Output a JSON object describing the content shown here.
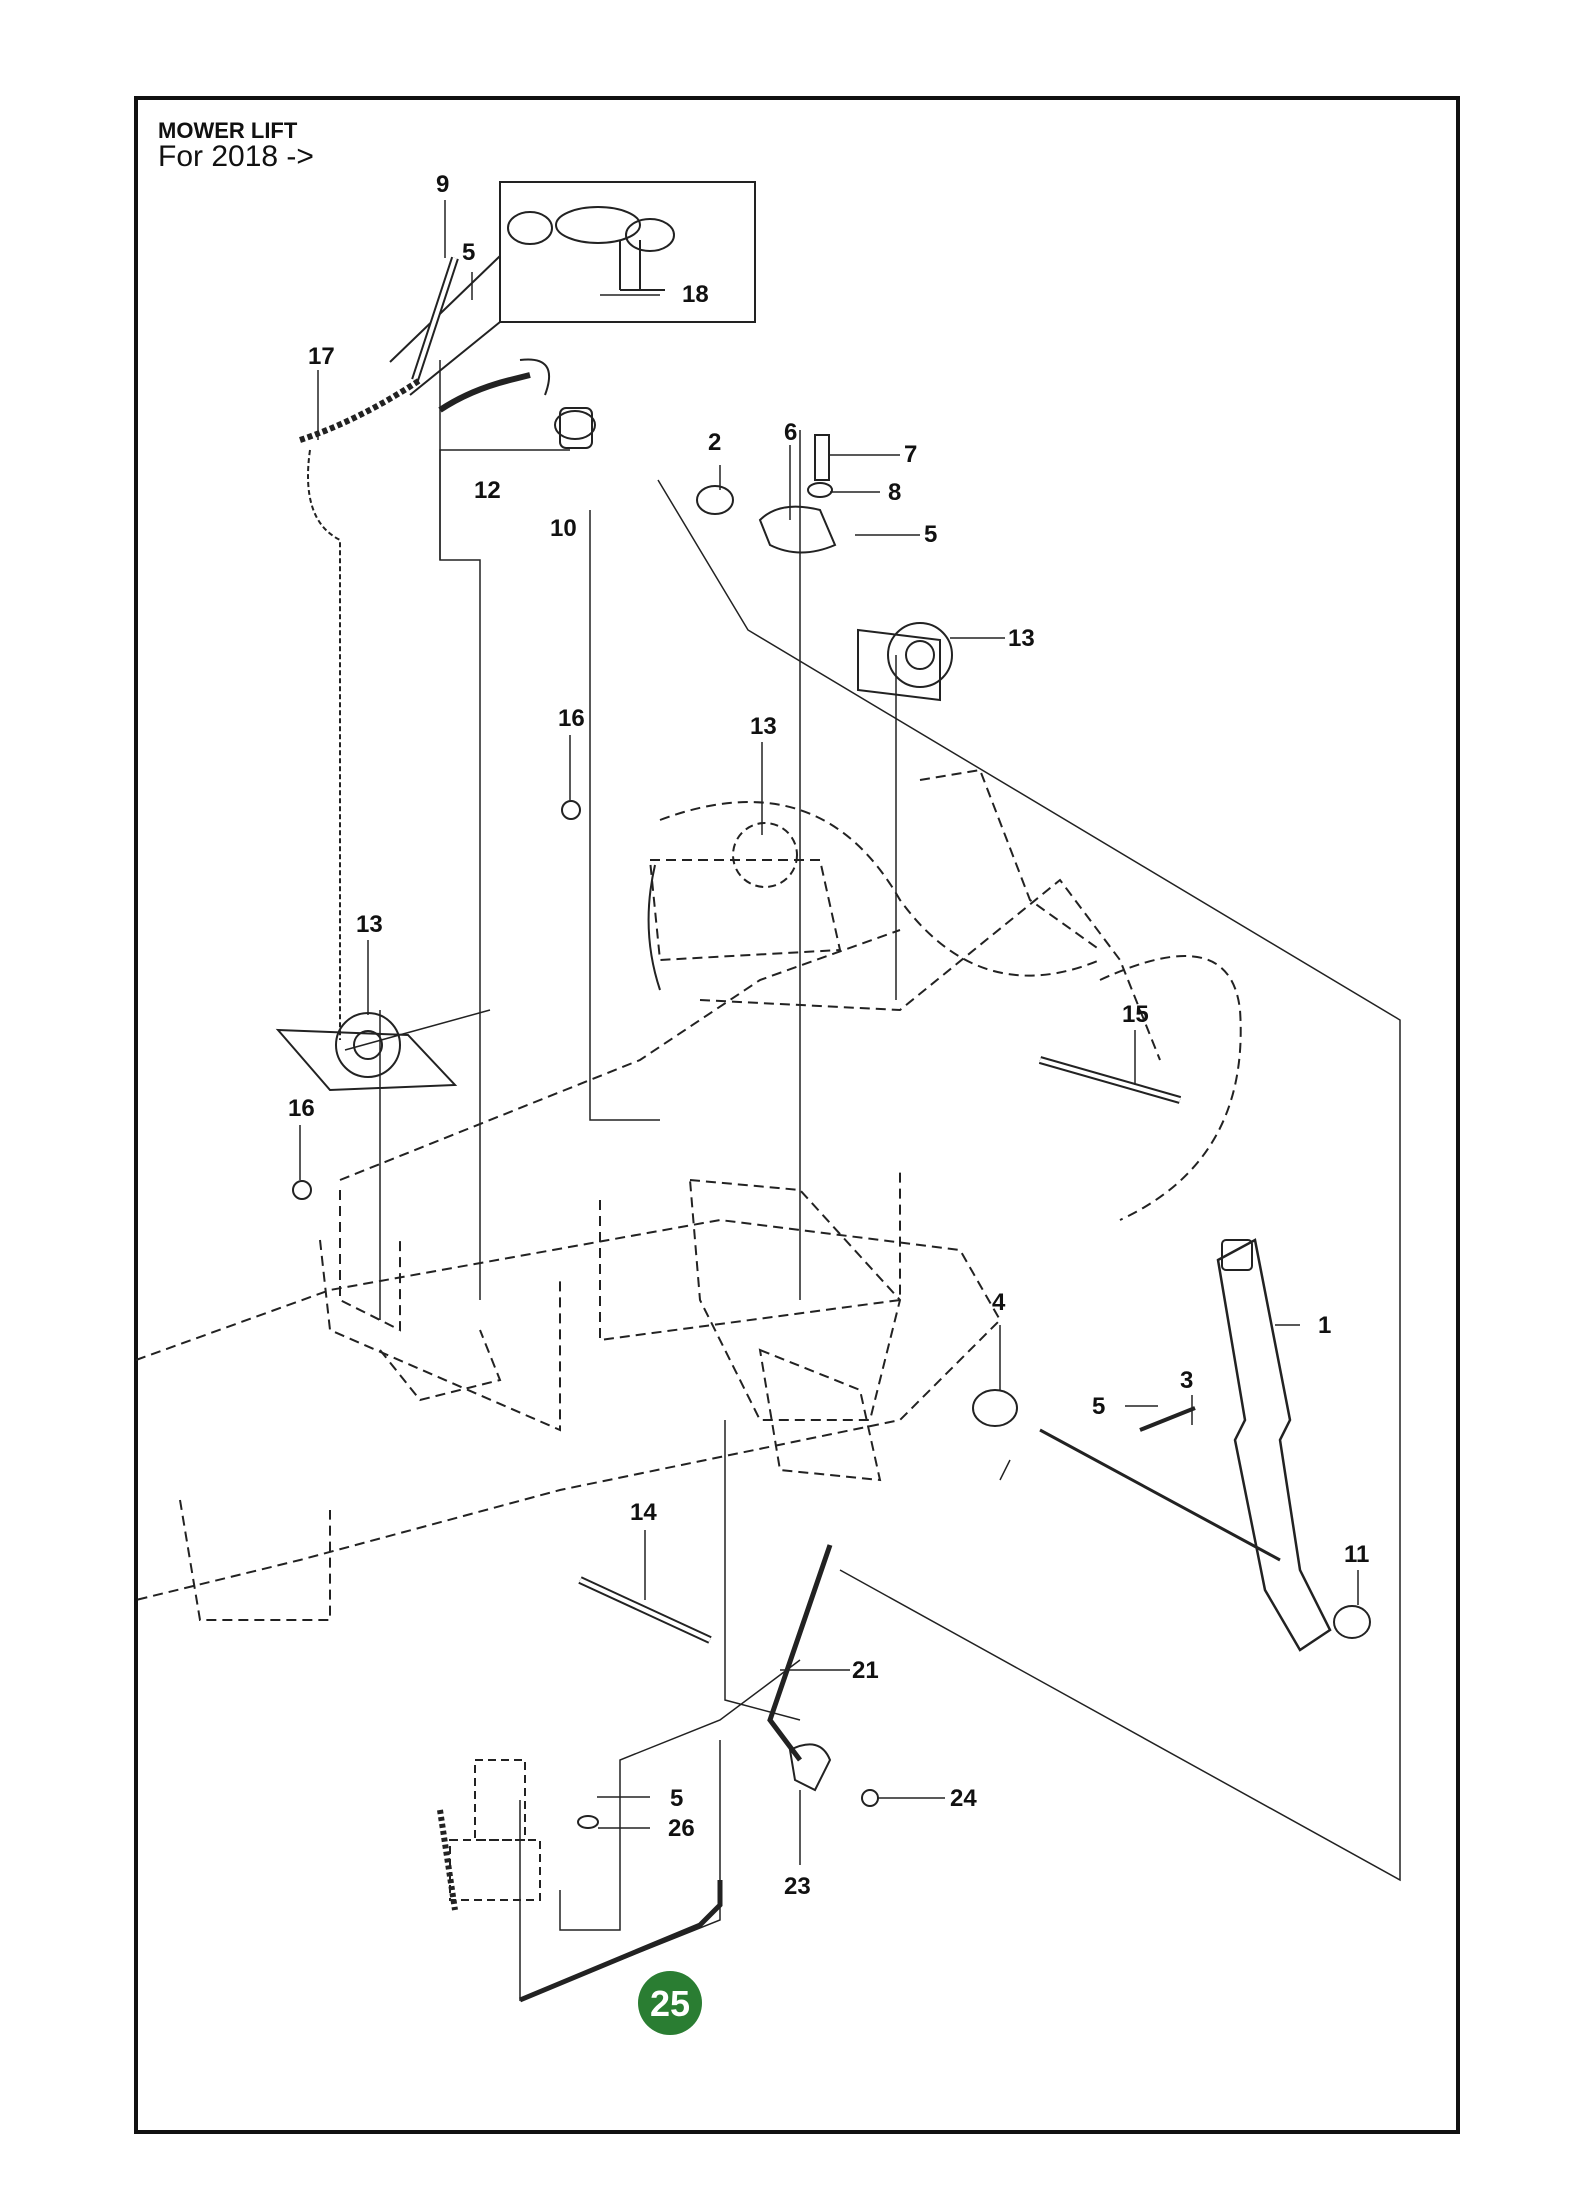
{
  "title": "MOWER LIFT",
  "subtitle": "For 2018 ->",
  "page_badge": "25",
  "colors": {
    "badge": "#2a7d32",
    "ink": "#111111"
  },
  "callouts": {
    "c1": "1",
    "c2": "2",
    "c3": "3",
    "c4": "4",
    "c5a": "5",
    "c5b": "5",
    "c5c": "5",
    "c5d": "5",
    "c6": "6",
    "c7": "7",
    "c8": "8",
    "c9": "9",
    "c10": "10",
    "c11": "11",
    "c12": "12",
    "c13a": "13",
    "c13b": "13",
    "c13c": "13",
    "c14": "14",
    "c15": "15",
    "c16a": "16",
    "c16b": "16",
    "c17": "17",
    "c18": "18",
    "c21": "21",
    "c23": "23",
    "c24": "24",
    "c26": "26"
  }
}
